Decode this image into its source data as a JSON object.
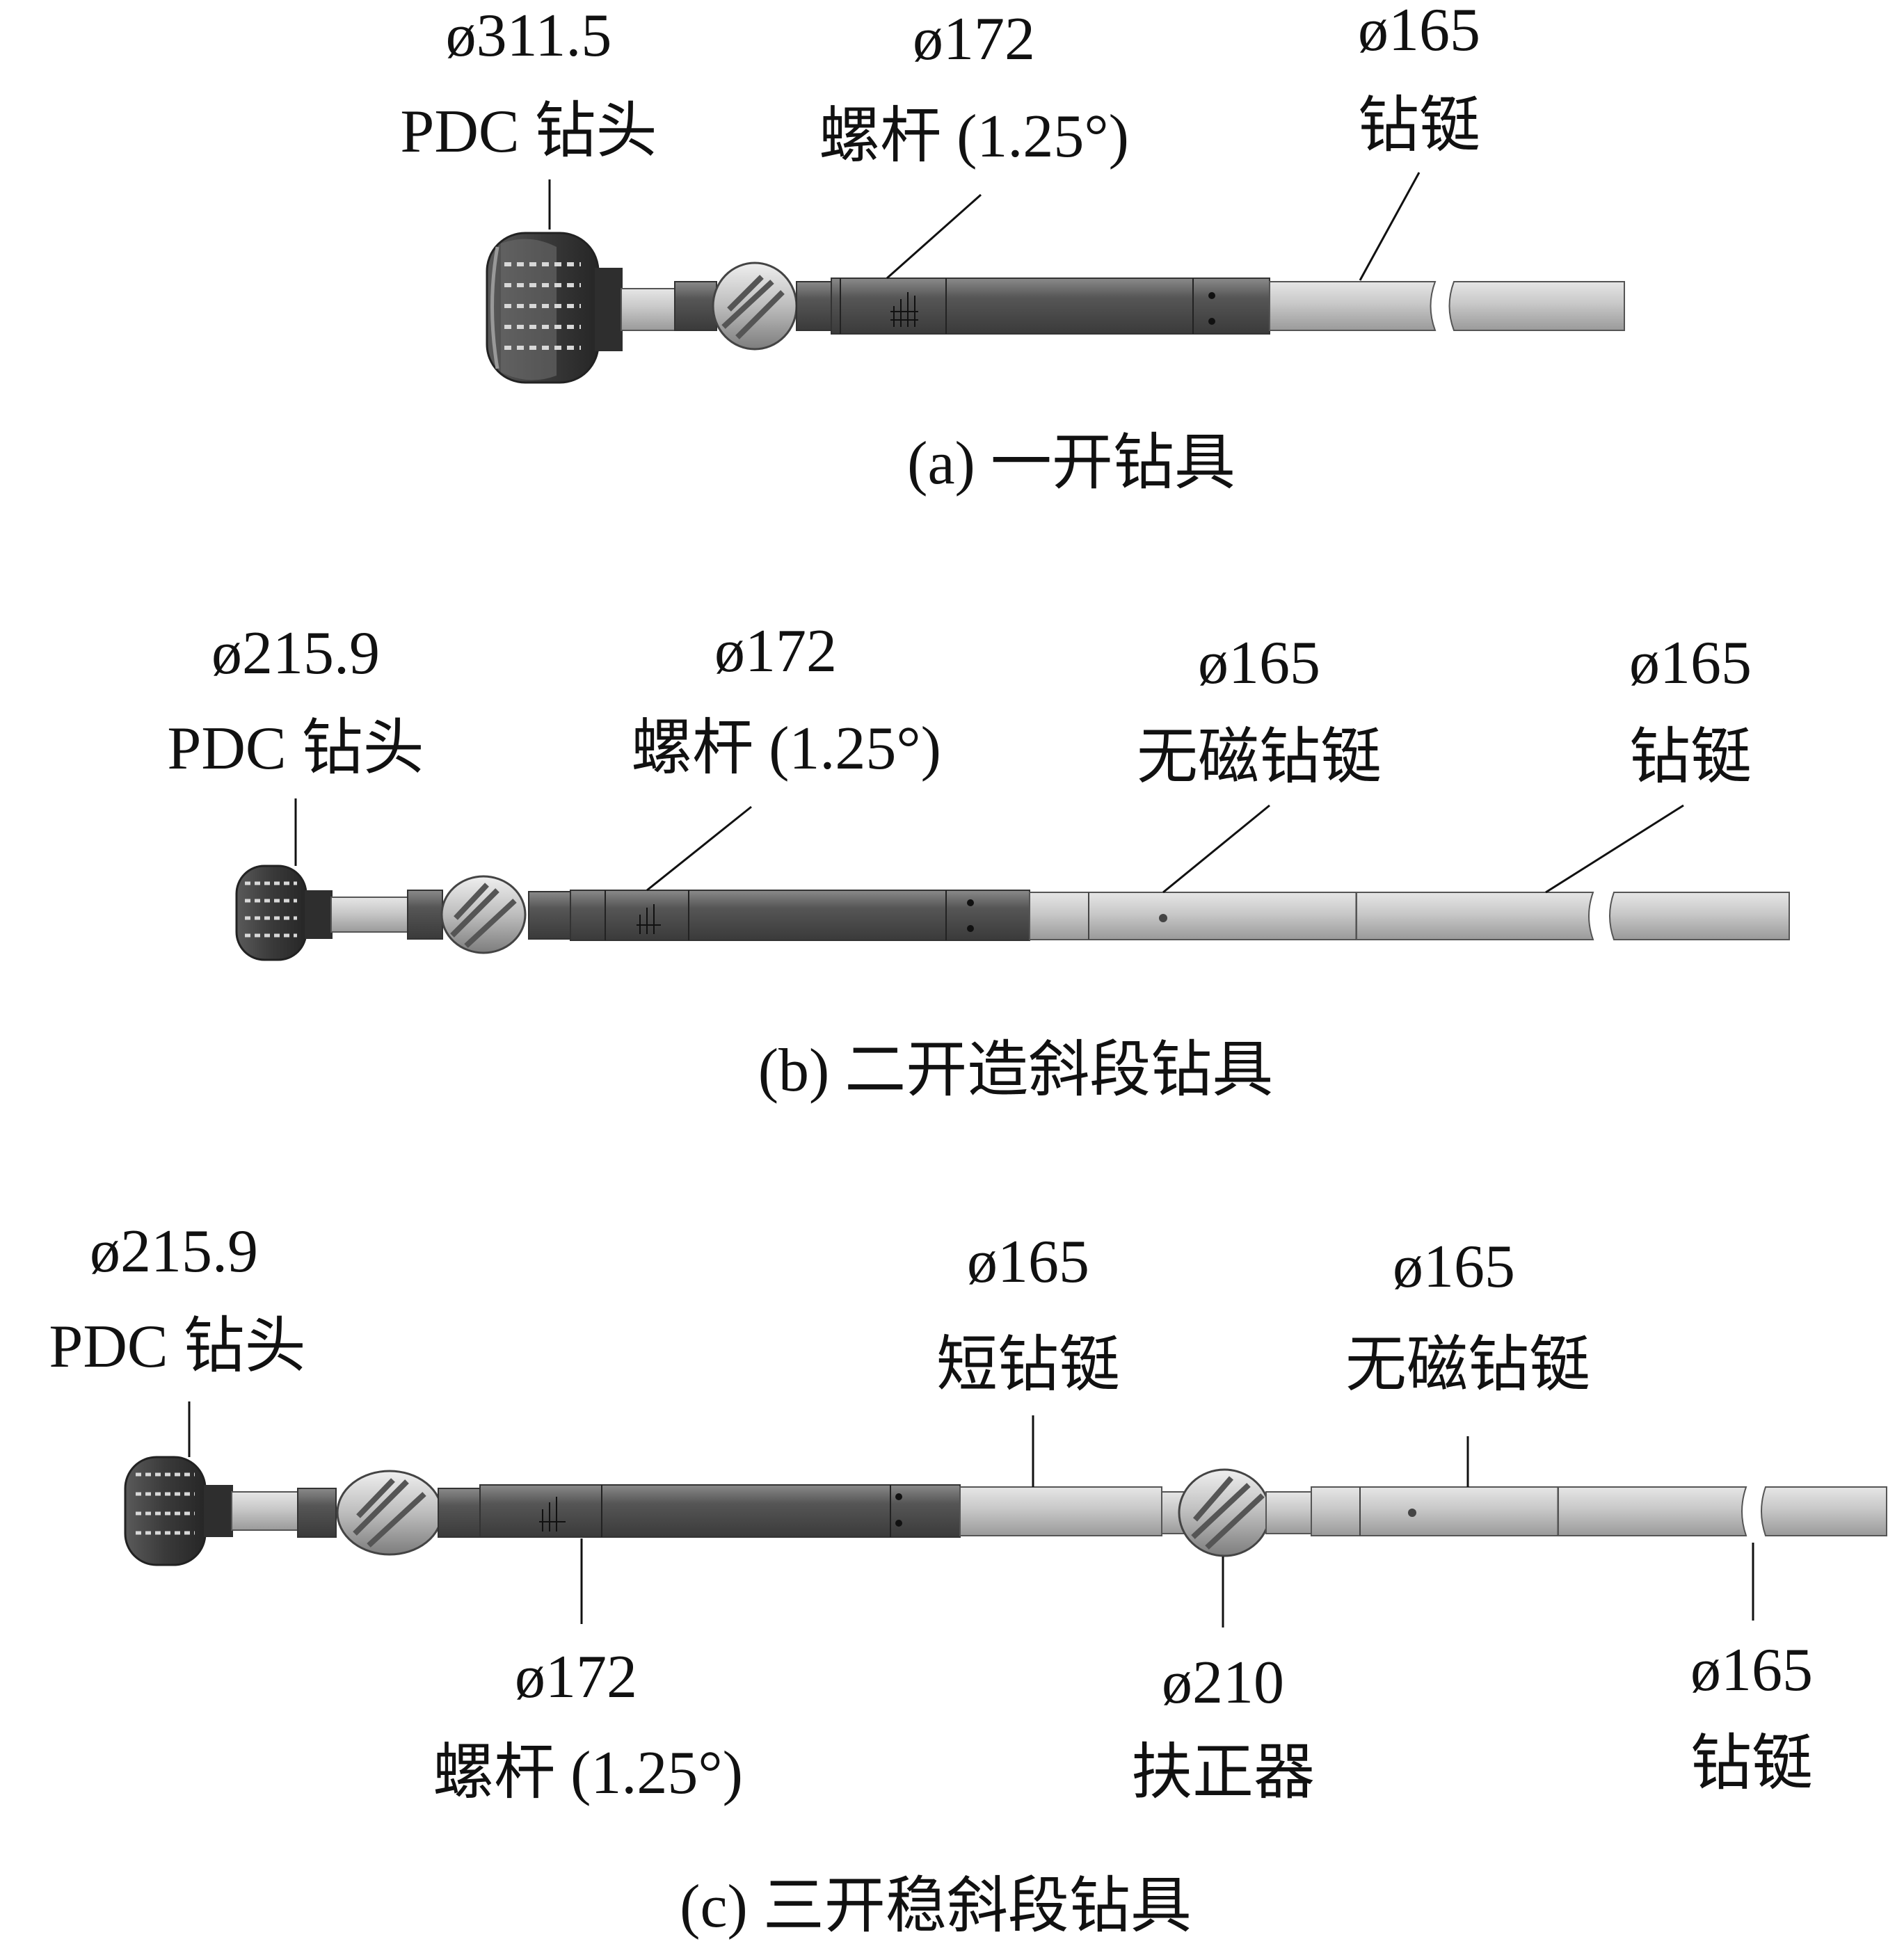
{
  "panels": [
    {
      "caption": "(a) 一开钻具",
      "labels": {
        "bit": {
          "size": "ø311.5",
          "name": "PDC 钻头"
        },
        "motor": {
          "size": "ø172",
          "name": "螺杆 (1.25°)"
        },
        "collar": {
          "size": "ø165",
          "name": "钻铤"
        }
      }
    },
    {
      "caption": "(b) 二开造斜段钻具",
      "labels": {
        "bit": {
          "size": "ø215.9",
          "name": "PDC 钻头"
        },
        "motor": {
          "size": "ø172",
          "name": "螺杆 (1.25°)"
        },
        "nonmag": {
          "size": "ø165",
          "name": "无磁钻铤"
        },
        "collar": {
          "size": "ø165",
          "name": "钻铤"
        }
      }
    },
    {
      "caption": "(c) 三开稳斜段钻具",
      "labels": {
        "bit": {
          "size": "ø215.9",
          "name": "PDC 钻头"
        },
        "short": {
          "size": "ø165",
          "name": "短钻铤"
        },
        "nonmag": {
          "size": "ø165",
          "name": "无磁钻铤"
        },
        "motor": {
          "size": "ø172",
          "name": "螺杆 (1.25°)"
        },
        "stabilizer": {
          "size": "ø210",
          "name": "扶正器"
        },
        "collar": {
          "size": "ø165",
          "name": "钻铤"
        }
      }
    }
  ]
}
